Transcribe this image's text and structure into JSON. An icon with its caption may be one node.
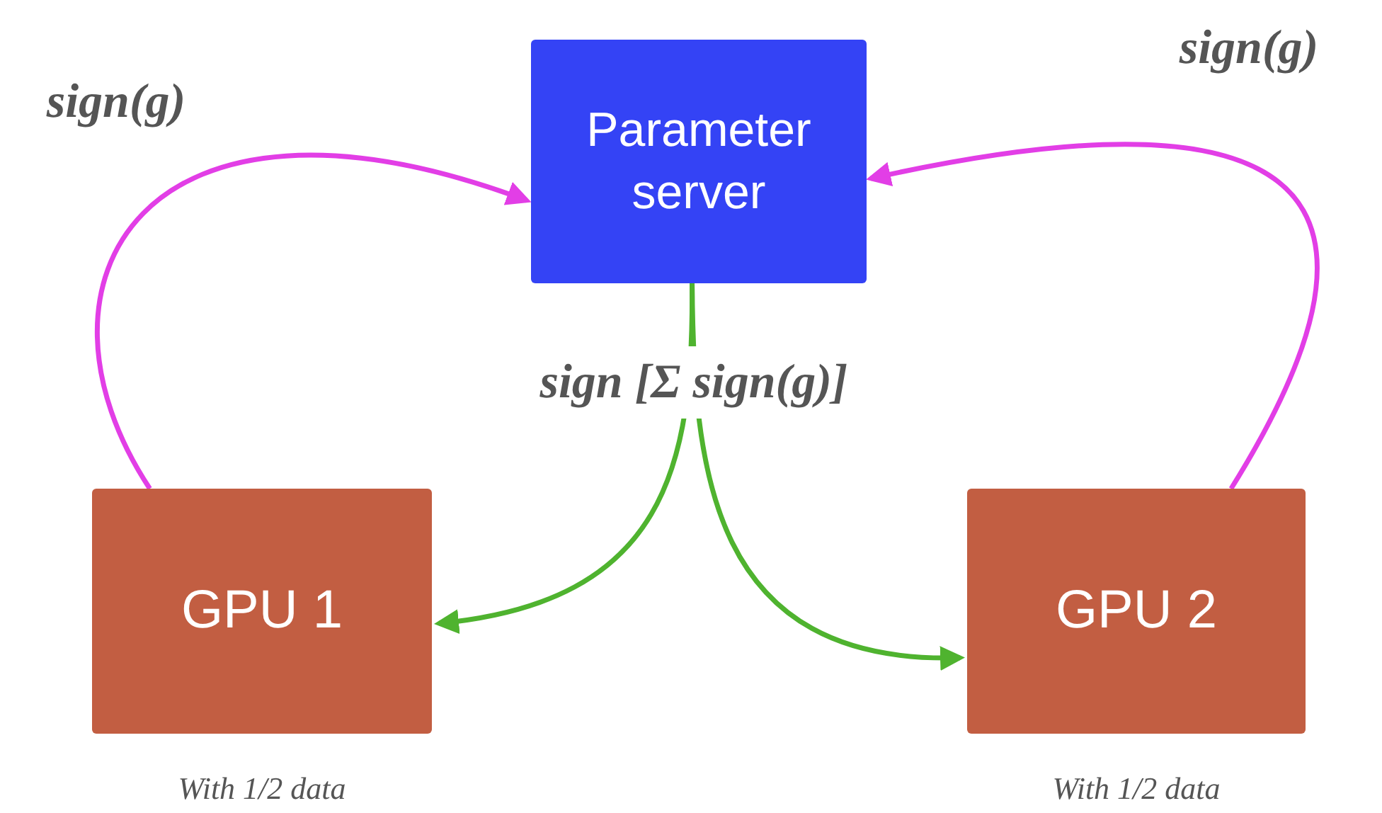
{
  "diagram": {
    "nodes": [
      {
        "text": [
          "Parameter server"
        ]
      },
      {
        "text": [
          "GPU 1"
        ],
        "beside": [
          "With 1/2 data"
        ]
      },
      {
        "text": [
          "GPU 2"
        ],
        "beside": [
          "With 1/2 data"
        ]
      }
    ],
    "edges": [
      {
        "from": 1,
        "to": 0,
        "arrow": "to",
        "label": "sign(g)",
        "color": "#e23ee6"
      },
      {
        "from": 2,
        "to": 0,
        "arrow": "to",
        "label": "sign(g)",
        "color": "#e23ee6"
      },
      {
        "from": 0,
        "to": 1,
        "arrow": "to",
        "label": "sign [Σ sign(g)]",
        "color": "#4fb32f"
      },
      {
        "from": 0,
        "to": 2,
        "arrow": "to",
        "color": "#4fb32f"
      }
    ]
  }
}
